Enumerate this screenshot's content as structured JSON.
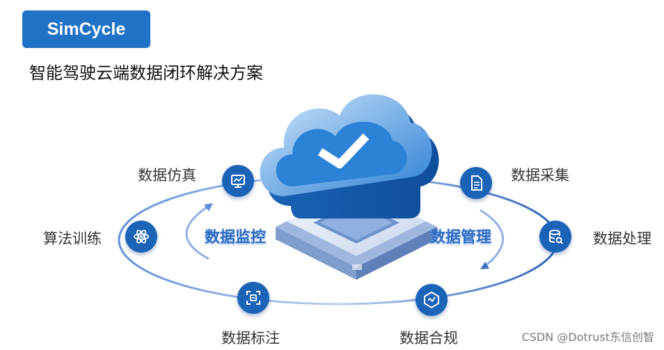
{
  "brand": {
    "name": "SimCycle"
  },
  "subtitle": "智能驾驶云端数据闭环解决方案",
  "nodes": {
    "simulation": "数据仿真",
    "collection": "数据采集",
    "processing": "数据处理",
    "training": "算法训练",
    "labeling": "数据标注",
    "compliance": "数据合规"
  },
  "inner": {
    "monitoring": "数据监控",
    "management": "数据管理"
  },
  "watermark": "CSDN @Dotrust东信创智",
  "colors": {
    "brand": "#1f72c5",
    "node": "#1b63b6",
    "ring": "#3a6fc0",
    "cloud": "#2c82d6"
  }
}
